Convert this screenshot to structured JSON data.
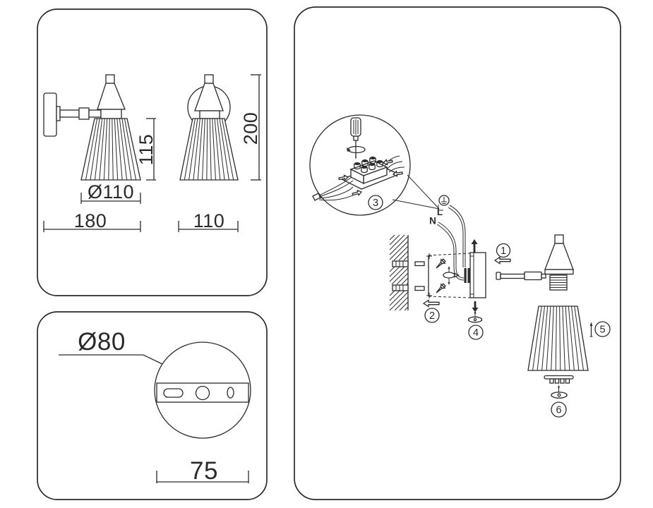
{
  "palette": {
    "ink": "#2a2a2a",
    "paper": "#ffffff"
  },
  "panels": {
    "dimensions_main": {
      "shade_height": "115",
      "shade_diameter": "Ø110",
      "overall_depth": "180",
      "front_width": "110",
      "overall_height": "200"
    },
    "mounting_plate_detail": {
      "plate_diameter": "Ø80",
      "hole_spacing": "75"
    },
    "installation": {
      "wire_line_label": "L",
      "wire_neutral_label": "N",
      "steps": [
        "1",
        "2",
        "3",
        "4",
        "5",
        "6"
      ]
    }
  }
}
